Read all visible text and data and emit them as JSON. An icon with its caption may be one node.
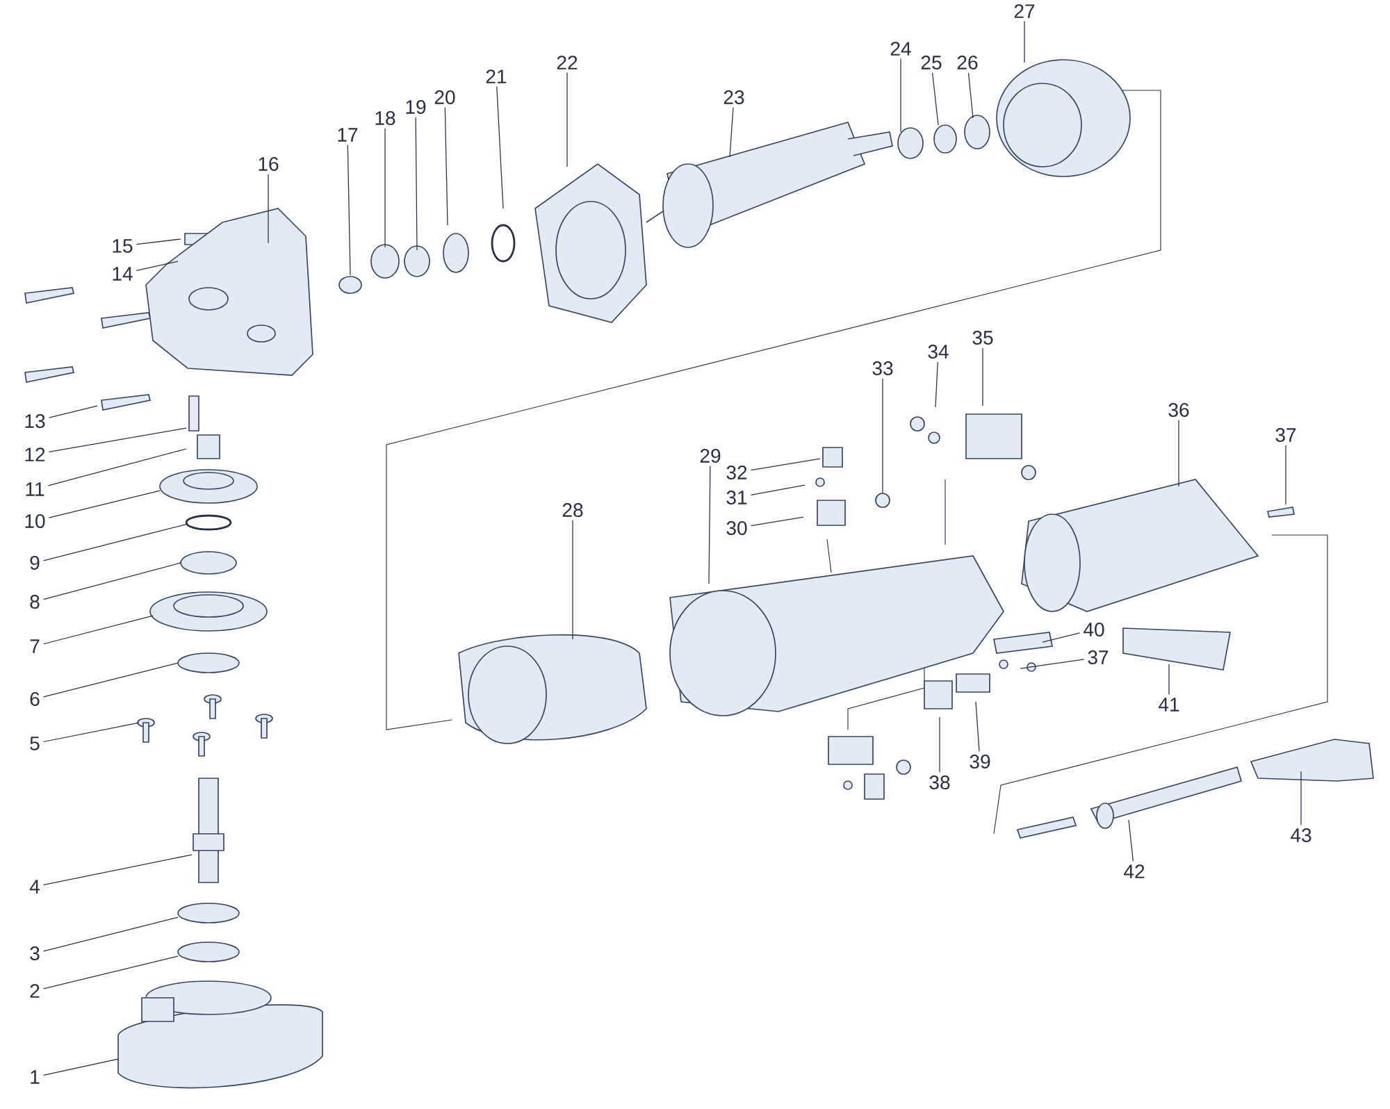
{
  "diagram": {
    "nodes": [
      {
        "text": [
          "1"
        ]
      },
      {
        "text": [
          "2"
        ]
      },
      {
        "text": [
          "3"
        ]
      },
      {
        "text": [
          "4"
        ]
      },
      {
        "text": [
          "5"
        ]
      },
      {
        "text": [
          "6"
        ]
      },
      {
        "text": [
          "7"
        ]
      },
      {
        "text": [
          "8"
        ]
      },
      {
        "text": [
          "9"
        ]
      },
      {
        "text": [
          "10"
        ]
      },
      {
        "text": [
          "11"
        ]
      },
      {
        "text": [
          "12"
        ]
      },
      {
        "text": [
          "13"
        ]
      },
      {
        "text": [
          "14"
        ]
      },
      {
        "text": [
          "15"
        ]
      },
      {
        "text": [
          "16"
        ]
      },
      {
        "text": [
          "17"
        ]
      },
      {
        "text": [
          "18"
        ]
      },
      {
        "text": [
          "19"
        ]
      },
      {
        "text": [
          "20"
        ]
      },
      {
        "text": [
          "21"
        ]
      },
      {
        "text": [
          "22"
        ]
      },
      {
        "text": [
          "23"
        ]
      },
      {
        "text": [
          "24"
        ]
      },
      {
        "text": [
          "25"
        ]
      },
      {
        "text": [
          "26"
        ]
      },
      {
        "text": [
          "27"
        ]
      },
      {
        "text": [
          "28"
        ]
      },
      {
        "text": [
          "29"
        ]
      },
      {
        "text": [
          "30"
        ]
      },
      {
        "text": [
          "31"
        ]
      },
      {
        "text": [
          "32"
        ]
      },
      {
        "text": [
          "33"
        ]
      },
      {
        "text": [
          "34"
        ]
      },
      {
        "text": [
          "35"
        ]
      },
      {
        "text": [
          "36"
        ]
      },
      {
        "text": [
          "37"
        ]
      },
      {
        "text": [
          "37"
        ]
      },
      {
        "text": [
          "38"
        ]
      },
      {
        "text": [
          "39"
        ]
      },
      {
        "text": [
          "40"
        ]
      },
      {
        "text": [
          "41"
        ]
      },
      {
        "text": [
          "42"
        ]
      },
      {
        "text": [
          "43"
        ]
      }
    ],
    "edges": [
      {
        "from": 0,
        "to": null,
        "arrow": "none"
      },
      {
        "from": 1,
        "to": null,
        "arrow": "none"
      },
      {
        "from": 2,
        "to": null,
        "arrow": "none"
      },
      {
        "from": 3,
        "to": null,
        "arrow": "none"
      },
      {
        "from": 4,
        "to": null,
        "arrow": "none"
      },
      {
        "from": 5,
        "to": null,
        "arrow": "none"
      },
      {
        "from": 6,
        "to": null,
        "arrow": "none"
      },
      {
        "from": 7,
        "to": null,
        "arrow": "none"
      },
      {
        "from": 8,
        "to": null,
        "arrow": "none"
      },
      {
        "from": 9,
        "to": null,
        "arrow": "none"
      },
      {
        "from": 10,
        "to": null,
        "arrow": "none"
      },
      {
        "from": 11,
        "to": null,
        "arrow": "none"
      },
      {
        "from": 12,
        "to": null,
        "arrow": "none"
      },
      {
        "from": 13,
        "to": null,
        "arrow": "none"
      },
      {
        "from": 14,
        "to": null,
        "arrow": "none"
      },
      {
        "from": 15,
        "to": null,
        "arrow": "none"
      },
      {
        "from": 16,
        "to": null,
        "arrow": "none"
      },
      {
        "from": 17,
        "to": null,
        "arrow": "none"
      },
      {
        "from": 18,
        "to": null,
        "arrow": "none"
      },
      {
        "from": 19,
        "to": null,
        "arrow": "none"
      },
      {
        "from": 20,
        "to": null,
        "arrow": "none"
      },
      {
        "from": 21,
        "to": null,
        "arrow": "none"
      },
      {
        "from": 22,
        "to": null,
        "arrow": "none"
      },
      {
        "from": 23,
        "to": null,
        "arrow": "none"
      },
      {
        "from": 24,
        "to": null,
        "arrow": "none"
      },
      {
        "from": 25,
        "to": null,
        "arrow": "none"
      },
      {
        "from": 26,
        "to": null,
        "arrow": "none"
      },
      {
        "from": 27,
        "to": null,
        "arrow": "none"
      },
      {
        "from": 28,
        "to": null,
        "arrow": "none"
      },
      {
        "from": 29,
        "to": null,
        "arrow": "none"
      },
      {
        "from": 30,
        "to": null,
        "arrow": "none"
      },
      {
        "from": 31,
        "to": null,
        "arrow": "none"
      },
      {
        "from": 32,
        "to": null,
        "arrow": "none"
      },
      {
        "from": 33,
        "to": null,
        "arrow": "none"
      },
      {
        "from": 34,
        "to": null,
        "arrow": "none"
      },
      {
        "from": 35,
        "to": null,
        "arrow": "none"
      },
      {
        "from": 36,
        "to": null,
        "arrow": "none"
      },
      {
        "from": 37,
        "to": null,
        "arrow": "none"
      },
      {
        "from": 38,
        "to": null,
        "arrow": "none"
      },
      {
        "from": 39,
        "to": null,
        "arrow": "none"
      },
      {
        "from": 40,
        "to": null,
        "arrow": "none"
      },
      {
        "from": 41,
        "to": null,
        "arrow": "none"
      },
      {
        "from": 42,
        "to": null,
        "arrow": "none"
      },
      {
        "from": 43,
        "to": null,
        "arrow": "none"
      }
    ]
  }
}
